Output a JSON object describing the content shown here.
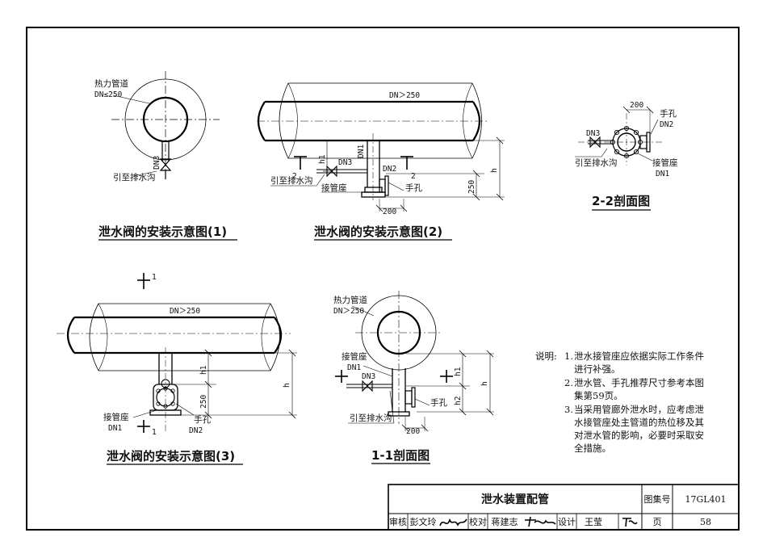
{
  "drawing": {
    "fig1": {
      "caption": "泄水阀的安装示意图(1)",
      "pipe_label": "热力管道",
      "pipe_size": "DN≤250",
      "valve_size": "DN3",
      "drain_label": "引至排水沟"
    },
    "fig2": {
      "caption": "泄水阀的安装示意图(2)",
      "pipe_size": "DN＞250",
      "branch_size": "DN1",
      "valve_size": "DN3",
      "manhole_size": "DN2",
      "drain_label": "引至排水沟",
      "seat_label": "接管座",
      "manhole_label": "手孔",
      "dim_h": "h",
      "dim_h1": "h1",
      "dim_250": "250",
      "dim_200": "200",
      "section_mark": "2"
    },
    "sec22": {
      "caption": "2-2剖面图",
      "dim_200": "200",
      "manhole_label": "手孔",
      "manhole_size": "DN2",
      "valve_size": "DN3",
      "drain_label": "引至排水沟",
      "seat_label": "接管座",
      "seat_size": "DN1"
    },
    "fig3": {
      "caption": "泄水阀的安装示意图(3)",
      "pipe_size": "DN＞250",
      "dim_h1": "h1",
      "dim_h": "h",
      "dim_250": "250",
      "seat_label": "接管座",
      "seat_size": "DN1",
      "manhole_label": "手孔",
      "manhole_size": "DN2",
      "section_mark": "1"
    },
    "sec11": {
      "caption": "1-1剖面图",
      "pipe_label": "热力管道",
      "pipe_size": "DN＞250",
      "seat_label": "接管座",
      "seat_size": "DN1",
      "valve_size": "DN3",
      "drain_label": "引至排水沟",
      "manhole_label": "手孔",
      "dim_h1": "h1",
      "dim_h2": "h2",
      "dim_h": "h",
      "dim_200": "200"
    }
  },
  "notes": {
    "heading": "说明:",
    "items": [
      {
        "num": "1.",
        "text": "泄水接管座应依据实际工作条件进行补强。"
      },
      {
        "num": "2.",
        "text": "泄水管、手孔推荐尺寸参考本图集第59页。"
      },
      {
        "num": "3.",
        "text": "当采用管廊外泄水时，应考虑泄水接管座处主管道的热位移及其对泄水管的影响，必要时采取安全措施。"
      }
    ]
  },
  "title_block": {
    "title": "泄水装置配管",
    "atlas_label": "图集号",
    "atlas_no": "17GL401",
    "page_label": "页",
    "page_no": "58",
    "review_label": "审核",
    "review_name": "彭文玲",
    "check_label": "校对",
    "check_name": "蒋建志",
    "design_label": "设计",
    "design_name": "王莹"
  }
}
